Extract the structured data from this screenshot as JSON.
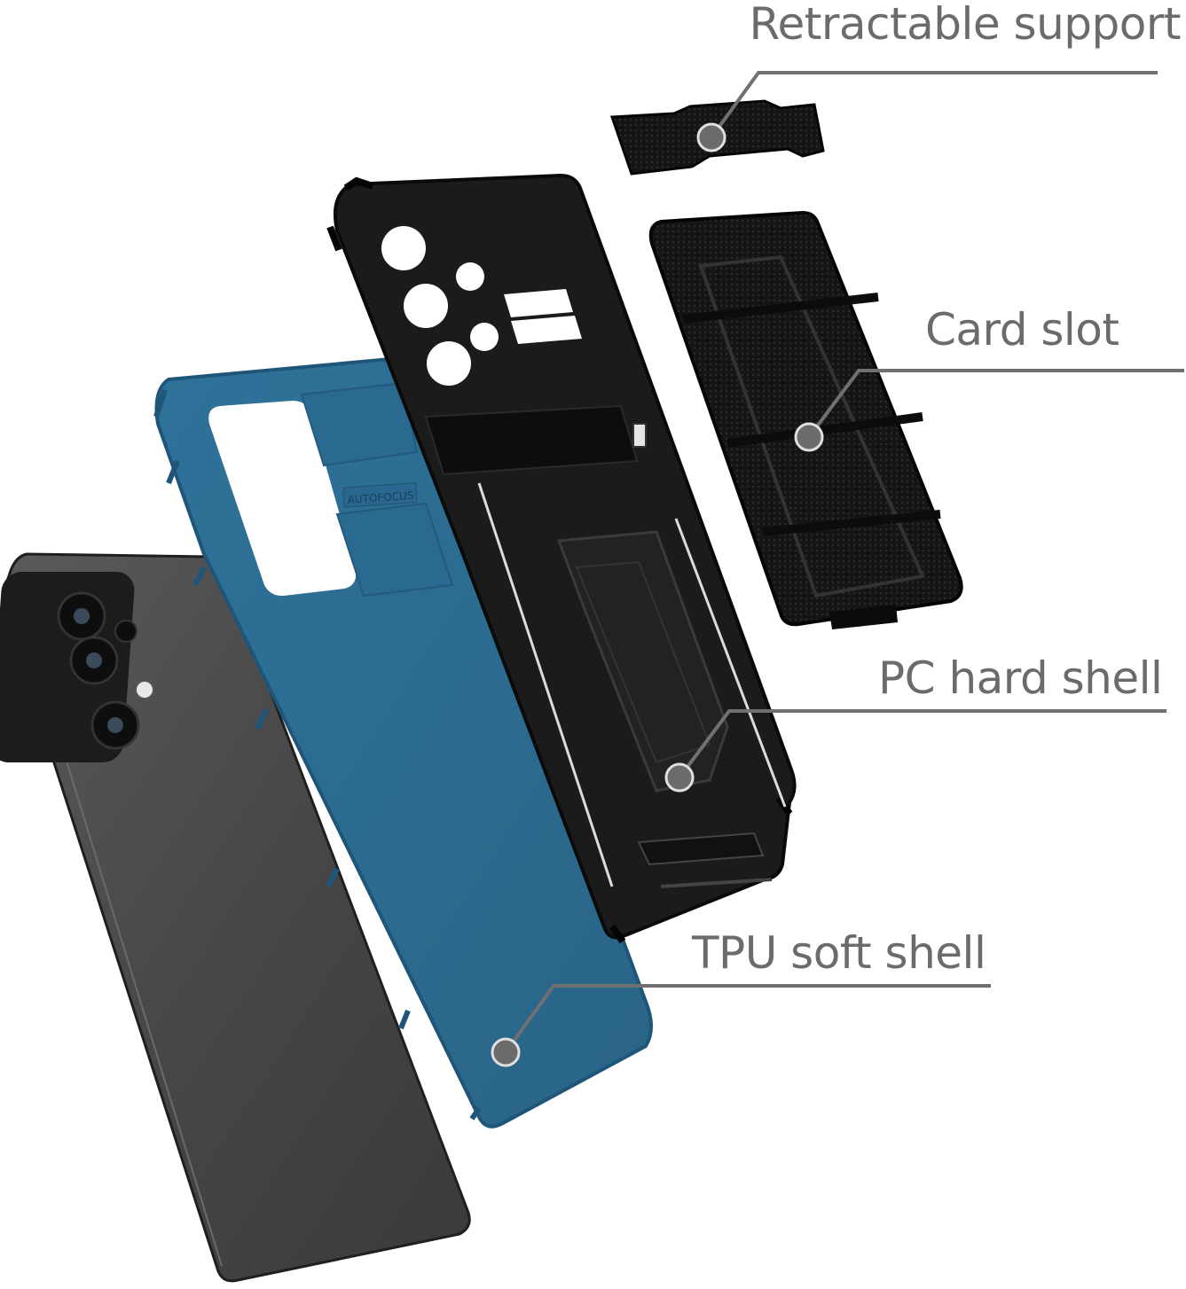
{
  "callouts": {
    "retractable_support": "Retractable support",
    "card_slot": "Card slot",
    "pc_hard_shell": "PC hard shell",
    "tpu_soft_shell": "TPU soft shell"
  },
  "product": {
    "embossed_text": "AUTOFOCUS"
  },
  "colors": {
    "background": "#ffffff",
    "callout_text": "#6b6b6b",
    "callout_line": "#707070",
    "tpu_shell": "#2e6e96",
    "pc_shell": "#1a1a1a",
    "phone_body": "#4a4a4a"
  }
}
